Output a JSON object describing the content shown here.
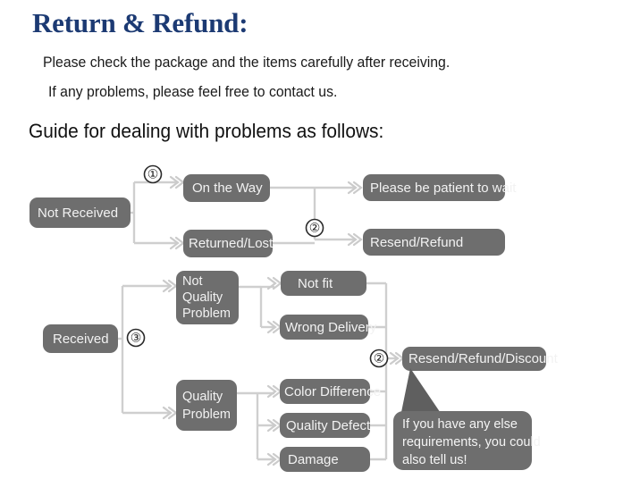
{
  "header": {
    "title": "Return & Refund:",
    "line1": "Please check the package and the items carefully after receiving.",
    "line2": "If any problems, please feel free to contact us.",
    "guide": "Guide for dealing with problems as follows:"
  },
  "colors": {
    "title": "#1c3a73",
    "node_fill": "#6e6e6e",
    "node_text": "#f2f2f2",
    "connector": "#cfcfcf",
    "background": "#ffffff"
  },
  "flow": {
    "nodes": {
      "not_received": "Not Received",
      "on_the_way": "On the Way",
      "returned_lost": "Returned/Lost",
      "please_wait": "Please be patient to wait",
      "resend_refund": "Resend/Refund",
      "received": "Received",
      "not_quality_problem_l1": "Not",
      "not_quality_problem_l2": "Quality",
      "not_quality_problem_l3": "Problem",
      "quality_problem_l1": "Quality",
      "quality_problem_l2": "Problem",
      "not_fit": "Not fit",
      "wrong_delivery": "Wrong Delivery",
      "color_difference": "Color Difference",
      "quality_defect": "Quality Defect",
      "damage": "Damage",
      "resend_refund_discount": "Resend/Refund/Discount"
    },
    "markers": {
      "one": "①",
      "two_upper": "②",
      "three": "③",
      "two_lower": "②"
    },
    "callout": {
      "line1": "If you have any else",
      "line2": "requirements, you could",
      "line3": "also tell us!"
    }
  }
}
